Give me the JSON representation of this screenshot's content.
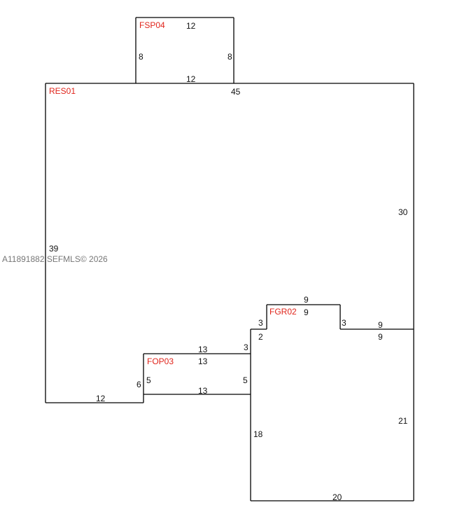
{
  "watermark": "A11891882 SEFMLS© 2026",
  "areas": {
    "res": "RES01",
    "fsp": "FSP04",
    "fgr": "FGR02",
    "fop": "FOP03"
  },
  "dims": {
    "fsp_top": "12",
    "fsp_left": "8",
    "fsp_right": "8",
    "fsp_bottom": "12",
    "res_top": "45",
    "res_right": "30",
    "res_left": "39",
    "res_bottom": "12",
    "fgr_top_outer": "9",
    "fgr_top_inner": "9",
    "fgr_step_left_outer": "3",
    "fgr_step_left_inner": "2",
    "fgr_step_right": "3",
    "fgr_ledge_outer": "9",
    "fgr_ledge_inner": "9",
    "fgr_right": "21",
    "fgr_left": "18",
    "fgr_bottom": "20",
    "fop_top_outer": "13",
    "fop_top_inner": "13",
    "fop_step": "3",
    "fop_left_outer": "6",
    "fop_left_inner": "5",
    "fop_right": "5",
    "fop_bottom": "13"
  }
}
